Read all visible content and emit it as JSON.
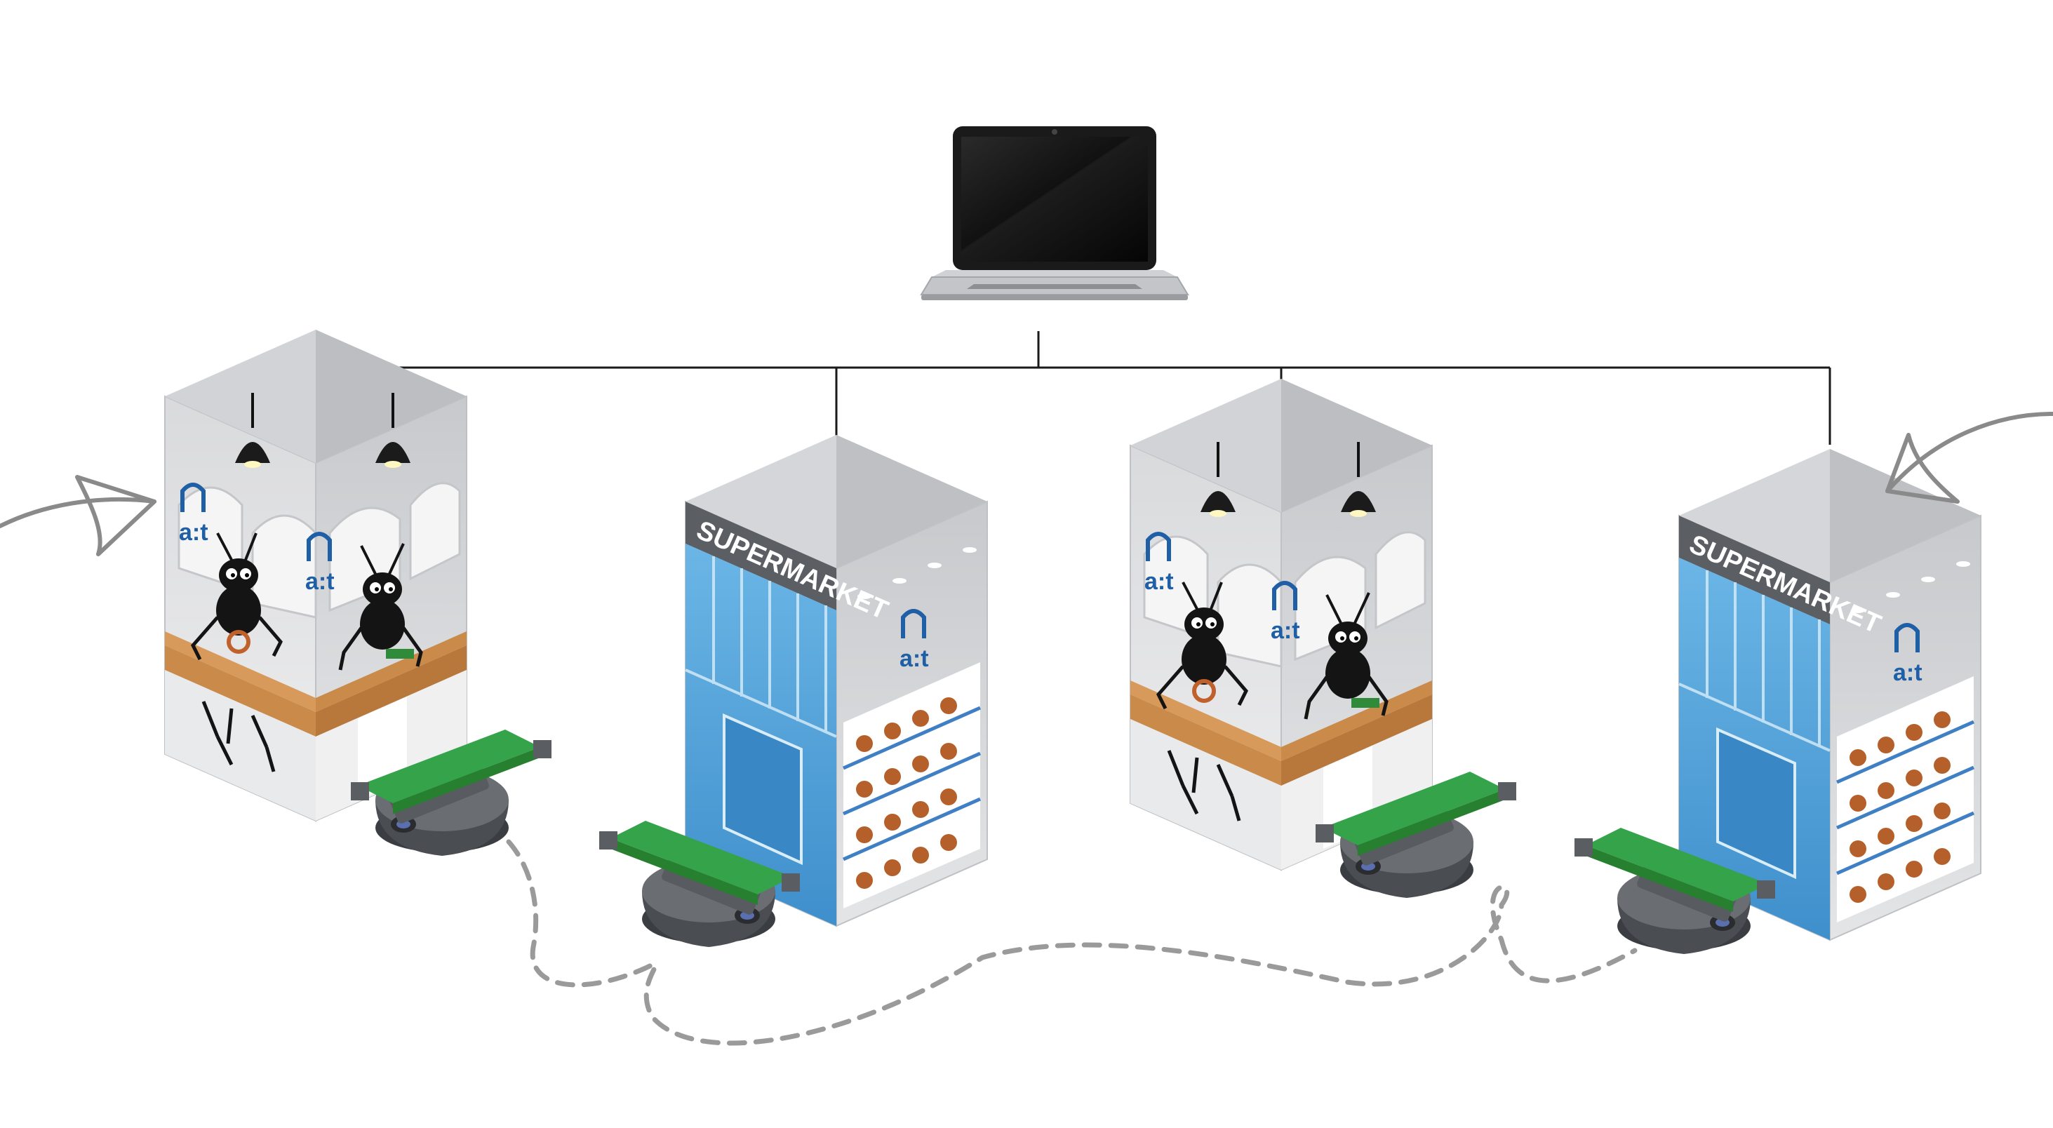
{
  "colors": {
    "connector": "#1a1a1a",
    "path": "#9a9a9a",
    "arrow": "#8a8a8a",
    "building_light": "#e6e7e9",
    "building_dark": "#c9cbce",
    "glass": "#5aa9de",
    "counter": "#c98a4a",
    "agv_body": "#4a4d52",
    "agv_conveyor": "#35a34a",
    "logo_blue": "#1f5fa6"
  },
  "icons": {
    "controller": "laptop-icon",
    "station": "factory-building-icon",
    "supermarket": "supermarket-building-icon",
    "agv": "agv-robot-icon",
    "robot_mascot": "ant-robot-icon",
    "inflow": "curved-arrow-in-icon",
    "outflow": "curved-arrow-out-icon"
  },
  "buildings": [
    {
      "type": "workshop",
      "logo": "a:t",
      "sign": ""
    },
    {
      "type": "supermarket",
      "logo": "a:t",
      "sign": "SUPERMARKET"
    },
    {
      "type": "workshop",
      "logo": "a:t",
      "sign": ""
    },
    {
      "type": "supermarket",
      "logo": "a:t",
      "sign": "SUPERMARKET"
    }
  ]
}
